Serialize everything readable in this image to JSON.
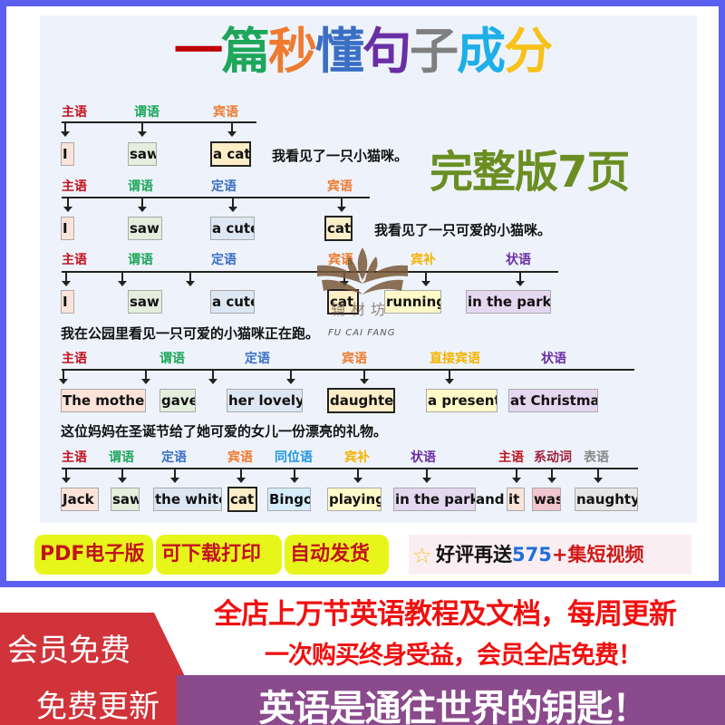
{
  "title": {
    "chars": [
      "一",
      "篇",
      "秒",
      "懂",
      "句",
      "子",
      "成",
      "分"
    ],
    "colors": [
      "#c00000",
      "#1ea65b",
      "#ee7b30",
      "#3b6fc4",
      "#6b2fa5",
      "#7f7f7f",
      "#1eaee8",
      "#f7c21a"
    ]
  },
  "stamp": "完整版7页",
  "watermark": {
    "cn": "辅材坊",
    "en": "FU CAI FANG"
  },
  "labels": {
    "subject": "主语",
    "predicate": "谓语",
    "object": "宾语",
    "attributive": "定语",
    "object_complement": "宾补",
    "adverbial": "状语",
    "direct_object": "直接宾语",
    "appositive": "同位语",
    "linking_verb": "系动词",
    "predicative": "表语"
  },
  "sentences": [
    {
      "words": [
        "I",
        "saw",
        "a cat."
      ],
      "translation": "我看见了一只小猫咪。"
    },
    {
      "words": [
        "I",
        "saw",
        "a cute",
        "cat."
      ],
      "translation": "我看见了一只可爱的小猫咪。"
    },
    {
      "words": [
        "I",
        "saw",
        "a cute",
        "cat",
        "running",
        "in the park."
      ],
      "translation": "我在公园里看见一只可爱的小猫咪正在跑。"
    },
    {
      "words": [
        "The mother",
        "gave",
        "her lovely",
        "daughter",
        "a present",
        "at Christmas."
      ],
      "translation": "这位妈妈在圣诞节给了她可爱的女儿一份漂亮的礼物。"
    },
    {
      "words": [
        "Jack",
        "saw",
        "the white",
        "cat",
        "Bingo",
        "playing",
        "in the park",
        "and",
        "it",
        "was",
        "naughty."
      ]
    }
  ],
  "tags": [
    "PDF电子版",
    "可下载打印",
    "自动发货"
  ],
  "promo": {
    "icon": "star-icon",
    "prefix": "好评再送",
    "number": "575",
    "suffix": "+集短视频"
  },
  "footer": {
    "left1": "会员免费",
    "left2": "免费更新",
    "right1": "全店上万节英语教程及文档，每周更新",
    "right2": "一次购买终身受益，会员全店免费！",
    "right3": "英语是通往世界的钥匙！"
  }
}
